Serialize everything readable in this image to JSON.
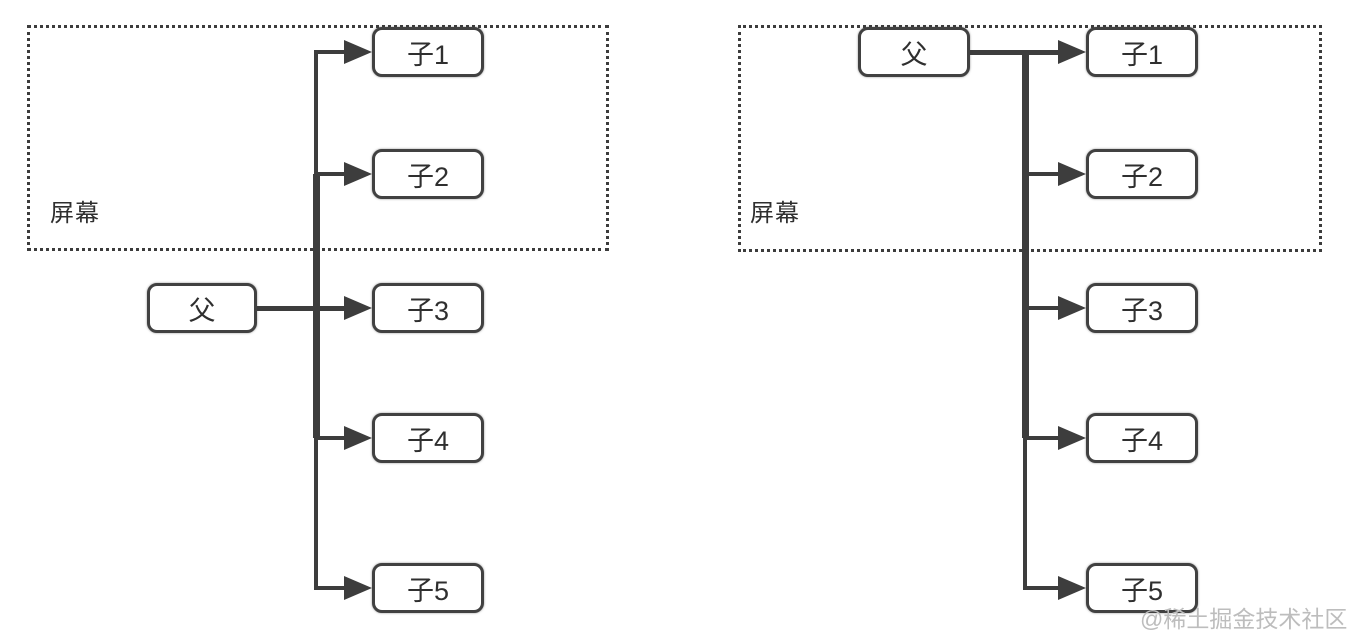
{
  "colors": {
    "line": "#3d3d3d",
    "node_border": "#414141",
    "text": "#2f2f2f",
    "screen_border": "#3c3c3c",
    "watermark": "#bdbdbd",
    "background": "#ffffff"
  },
  "watermark": "@稀土掘金技术社区",
  "diagrams": [
    {
      "id": "left",
      "screen_label": "屏幕",
      "parent_label": "父",
      "children": [
        "子1",
        "子2",
        "子3",
        "子4",
        "子5"
      ]
    },
    {
      "id": "right",
      "screen_label": "屏幕",
      "parent_label": "父",
      "children": [
        "子1",
        "子2",
        "子3",
        "子4",
        "子5"
      ]
    }
  ]
}
